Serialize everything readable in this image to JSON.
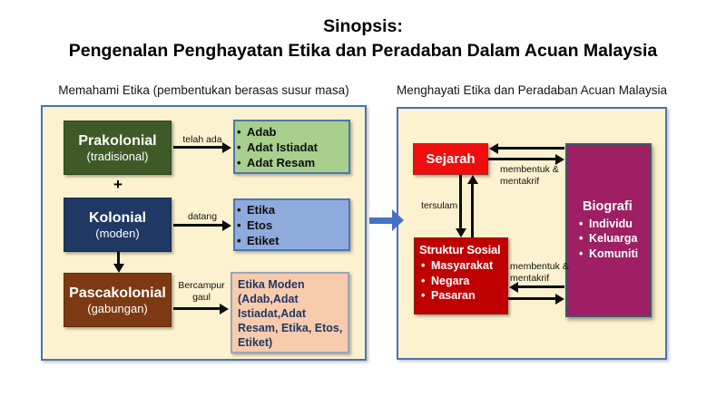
{
  "title": {
    "line1": "Sinopsis:",
    "line2": "Pengenalan Penghayatan Etika dan Peradaban Dalam Acuan Malaysia"
  },
  "left_panel": {
    "header": "Memahami Etika (pembentukan berasas susur masa)",
    "prakolonial": {
      "title": "Prakolonial",
      "subtitle": "(tradisional)"
    },
    "kolonial": {
      "title": "Kolonial",
      "subtitle": "(moden)"
    },
    "pascakolonial": {
      "title": "Pascakolonial",
      "subtitle": "(gabungan)"
    },
    "plus": "+",
    "arrow_labels": {
      "prakolonial": "telah ada",
      "kolonial": "datang",
      "pascakolonial": "Bercampur gaul"
    },
    "prakolonial_items": [
      "Adab",
      "Adat Istiadat",
      "Adat Resam"
    ],
    "kolonial_items": [
      "Etika",
      "Etos",
      "Etiket"
    ],
    "pascakolonial_result": "Etika Moden (Adab,Adat Istiadat,Adat Resam, Etika, Etos, Etiket)"
  },
  "right_panel": {
    "header": "Menghayati Etika dan Peradaban Acuan Malaysia",
    "sejarah": "Sejarah",
    "struktur_sosial": {
      "title": "Struktur Sosial",
      "items": [
        "Masyarakat",
        "Negara",
        "Pasaran"
      ]
    },
    "biografi": {
      "title": "Biografi",
      "items": [
        "Individu",
        "Keluarga",
        "Komuniti"
      ]
    },
    "arrow_labels": {
      "sejarah_biografi_line1": "membentuk &",
      "sejarah_biografi_line2": "mentakrif",
      "sejarah_struktur": "tersulam",
      "struktur_biografi_line1": "membentuk &",
      "struktur_biografi_line2": "mentakrif"
    }
  },
  "colors": {
    "panel_fill": "#FDF2CF",
    "panel_border": "#4A72B4",
    "prakolonial_bg": "#3E5B27",
    "prakolonial_items_bg": "#A9CF8D",
    "kolonial_bg": "#1F3864",
    "kolonial_items_bg": "#8FAADC",
    "pascakolonial_bg": "#7D3A12",
    "result_bg": "#F8CBAD",
    "result_text": "#1F3864",
    "sejarah_bg": "#EE0E0E",
    "struktur_bg": "#C00000",
    "biografi_bg": "#9E1F63",
    "flow_arrow": "#4472C4",
    "connector": "#0D0D0D"
  }
}
